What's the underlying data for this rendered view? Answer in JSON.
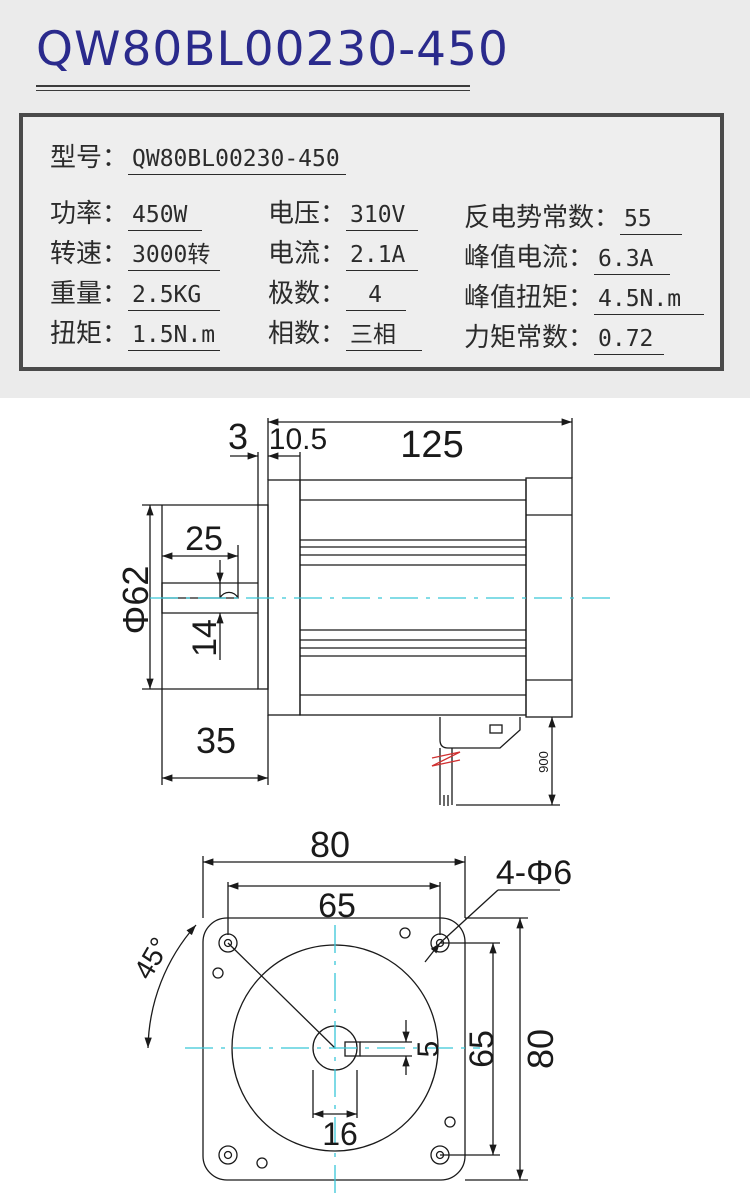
{
  "title": "QW80BL00230-450",
  "specs": {
    "model": {
      "label": "型号：",
      "value": "QW80BL00230-450"
    },
    "power": {
      "label": "功率：",
      "value": "450W"
    },
    "speed": {
      "label": "转速：",
      "value": "3000转"
    },
    "weight": {
      "label": "重量：",
      "value": "2.5KG"
    },
    "torque": {
      "label": "扭矩：",
      "value": "1.5N.m"
    },
    "voltage": {
      "label": "电压：",
      "value": "310V"
    },
    "current": {
      "label": "电流：",
      "value": "2.1A"
    },
    "poles": {
      "label": "极数：",
      "value": "4"
    },
    "phases": {
      "label": "相数：",
      "value": "三相"
    },
    "back_emf": {
      "label": "反电势常数：",
      "value": "55"
    },
    "peak_current": {
      "label": "峰值电流：",
      "value": "6.3A"
    },
    "peak_torque": {
      "label": "峰值扭矩：",
      "value": "4.5N.m"
    },
    "torque_constant": {
      "label": "力矩常数：",
      "value": "0.72"
    }
  },
  "side_view": {
    "dim_flange": "3",
    "dim_boss": "10.5",
    "dim_body": "125",
    "dim_key": "25",
    "dim_diameter": "Φ62",
    "dim_shaft": "14",
    "dim_shaft_len": "35",
    "dim_cable": "900"
  },
  "front_view": {
    "dim_width": "80",
    "dim_hole_spacing": "65",
    "dim_holes": "4-Φ6",
    "dim_angle": "45°",
    "dim_keyway": "5",
    "dim_shaft_dia": "16",
    "dim_height_holes": "65",
    "dim_height": "80"
  },
  "colors": {
    "title": "#2a2a8c",
    "centerline": "#39c7d8",
    "line": "#1a1a1a"
  }
}
